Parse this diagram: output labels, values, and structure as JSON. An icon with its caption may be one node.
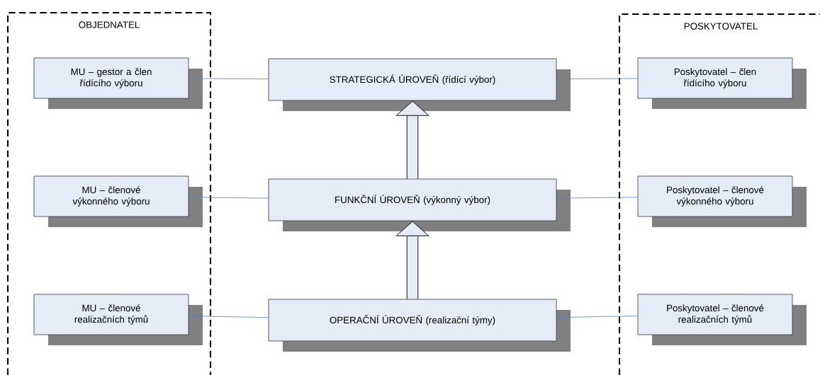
{
  "diagram": {
    "nodes": [
      {
        "text": [
          "OBJEDNATEL"
        ]
      },
      {
        "text": [
          "MU – gestor a člen řídícího výboru"
        ],
        "in": 0
      },
      {
        "text": [
          "MU – členové výkonného výboru"
        ],
        "in": 0
      },
      {
        "text": [
          "MU – členové realizačních týmů"
        ],
        "in": 0
      },
      {
        "text": [
          "STRATEGICKÁ ÚROVEŇ (řídící výbor)"
        ]
      },
      {
        "text": [
          "FUNKČNÍ ÚROVEŇ (výkonný výbor)"
        ]
      },
      {
        "text": [
          "OPERAČNÍ ÚROVEŇ (realizační týmy)"
        ]
      },
      {
        "text": [
          "POSKYTOVATEL"
        ]
      },
      {
        "text": [
          "Poskytovatel  – člen řídícího výboru"
        ],
        "in": 7
      },
      {
        "text": [
          "Poskytovatel – členové výkonného výboru"
        ],
        "in": 7
      },
      {
        "text": [
          "Poskytovatel – členové realizačních týmů"
        ],
        "in": 7
      }
    ],
    "edges": [
      {
        "from": 1,
        "to": 4,
        "arrow": "none",
        "color": "#4f81bd"
      },
      {
        "from": 2,
        "to": 5,
        "arrow": "none",
        "color": "#4f81bd"
      },
      {
        "from": 3,
        "to": 6,
        "arrow": "none",
        "color": "#4f81bd"
      },
      {
        "from": 4,
        "to": 8,
        "arrow": "none",
        "color": "#4f81bd"
      },
      {
        "from": 5,
        "to": 9,
        "arrow": "none",
        "color": "#4f81bd"
      },
      {
        "from": 6,
        "to": 10,
        "arrow": "none",
        "color": "#4f81bd"
      },
      {
        "from": 5,
        "to": 4,
        "arrow": "to",
        "style": "thick",
        "color": "#000000"
      },
      {
        "from": 6,
        "to": 5,
        "arrow": "to",
        "style": "thick",
        "color": "#000000"
      }
    ]
  }
}
